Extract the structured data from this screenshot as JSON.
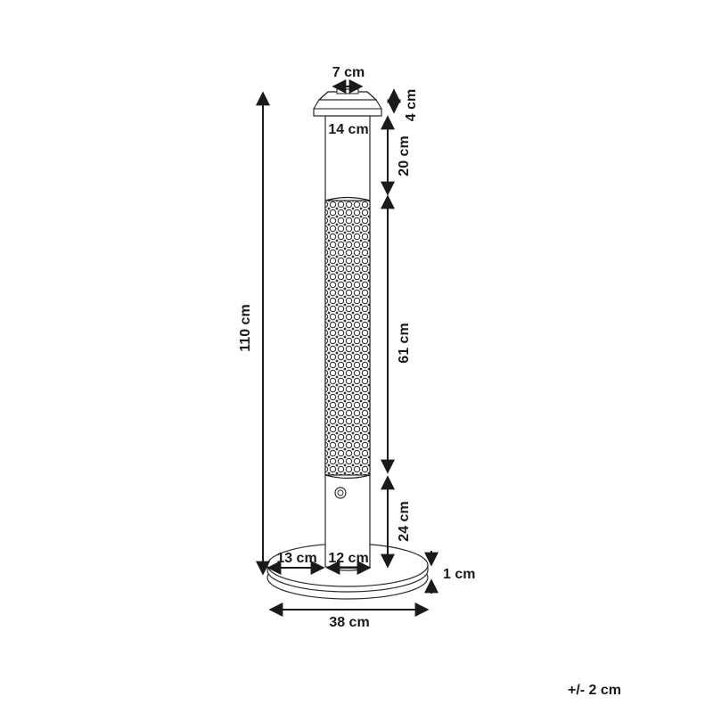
{
  "diagram": {
    "dimensions": {
      "top_width": "7 cm",
      "top_height": "4 cm",
      "body_width": "14 cm",
      "upper_section": "20 cm",
      "element_section": "61 cm",
      "lower_section": "24 cm",
      "total_height": "110 cm",
      "base_overhang": "13 cm",
      "column_width": "12 cm",
      "base_thickness": "1 cm",
      "base_diameter": "38 cm"
    },
    "tolerance": "+/- 2 cm"
  }
}
